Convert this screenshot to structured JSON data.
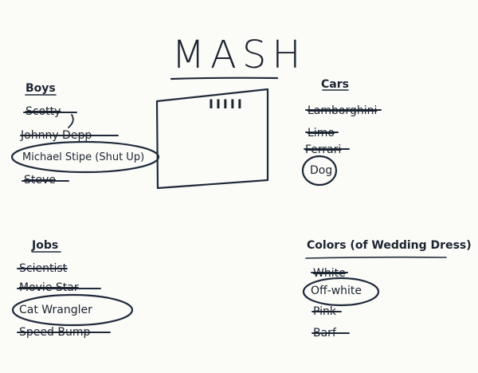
{
  "title": "MASH",
  "tallies": "IIIII",
  "boys": {
    "header": "Boys",
    "items": [
      "Scotty",
      "Johnny Depp",
      "Michael Stipe (Shut Up)",
      "Steve"
    ]
  },
  "cars": {
    "header": "Cars",
    "items": [
      "Lamborghini",
      "Limo",
      "Ferrari",
      "Dog"
    ]
  },
  "jobs": {
    "header": "Jobs",
    "items": [
      "Scientist",
      "Movie Star",
      "Cat Wrangler",
      "Speed Bump"
    ]
  },
  "colors": {
    "header": "Colors (of Wedding Dress)",
    "items": [
      "White",
      "Off-white",
      "Pink",
      "Barf"
    ]
  }
}
